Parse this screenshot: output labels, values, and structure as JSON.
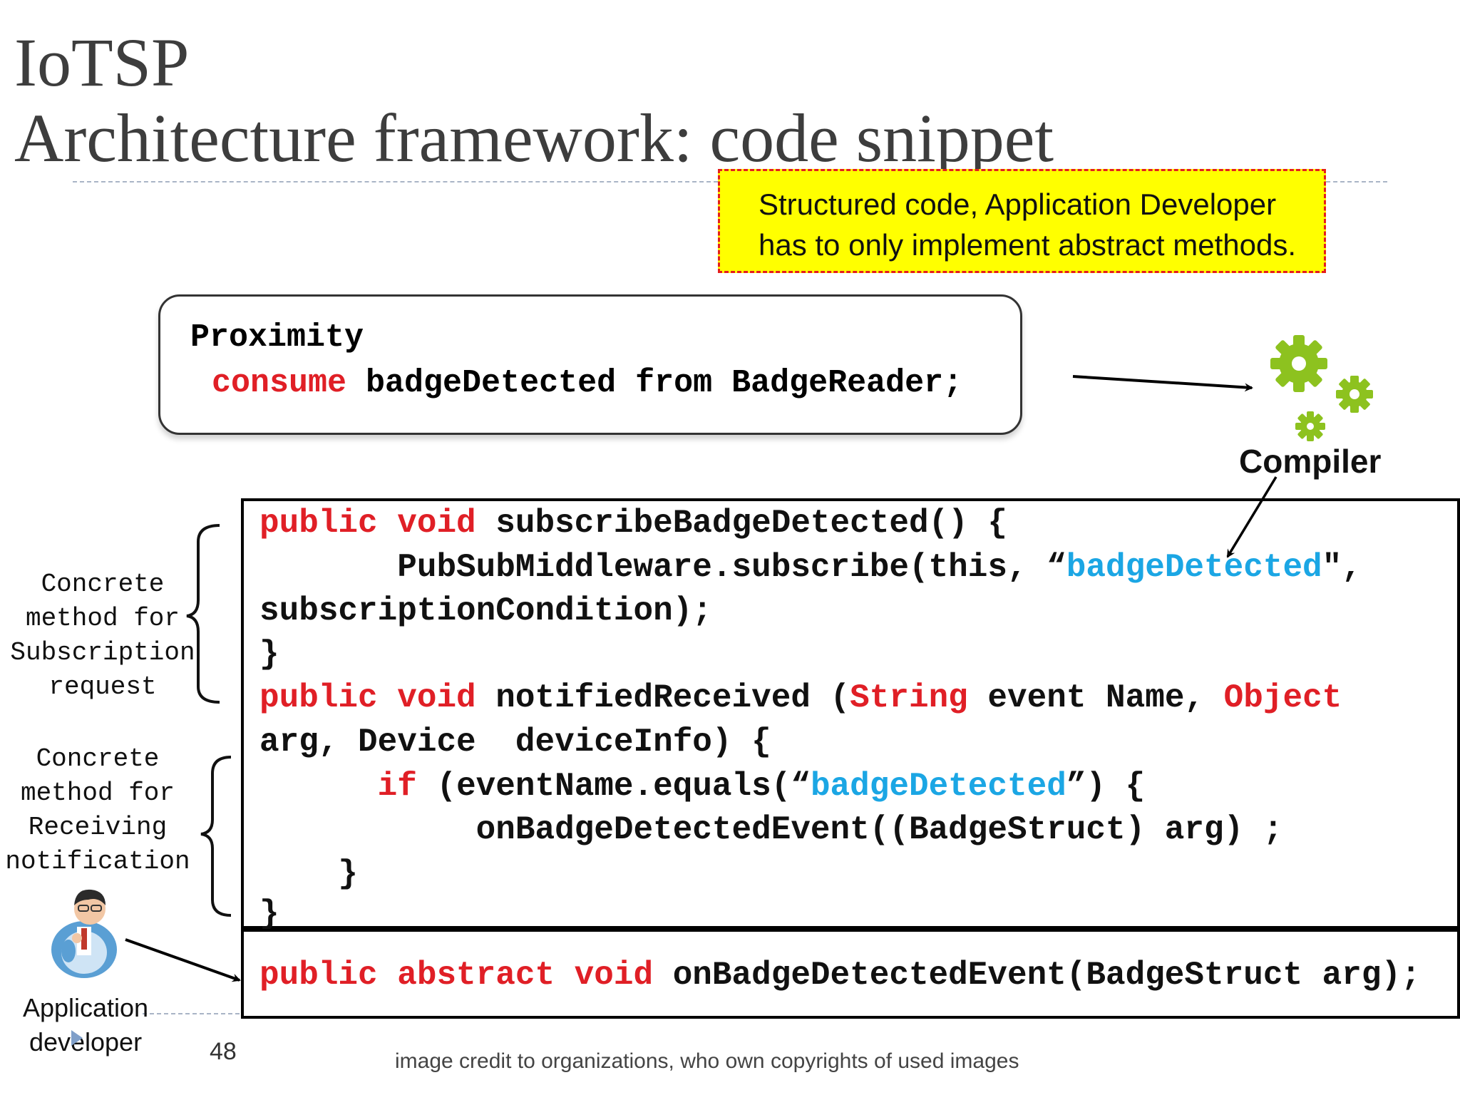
{
  "slide": {
    "title_line1": "IoTSP",
    "title_line2": "Architecture framework: code snippet",
    "note_line1": "Structured code, Application Developer",
    "note_line2": "has to only implement abstract methods.",
    "page_number": "48",
    "credit": "image credit to organizations, who own copyrights of used images"
  },
  "proximity": {
    "line1": "Proximity",
    "keyword": "consume",
    "line2_rest": " badgeDetected from BadgeReader;"
  },
  "compiler": {
    "label": "Compiler",
    "icon": "gear-icon",
    "color": "#8dc21f"
  },
  "code": {
    "l1_kw": "public void",
    "l1_rest": " subscribeBadgeDetected() {",
    "l2_pre": "       PubSubMiddleware.subscribe(this, “",
    "l2_str": "badgeDetected",
    "l2_post": "\",",
    "l3": "subscriptionCondition);",
    "l4": "}",
    "l5_kw": "public void",
    "l5_mid": " notifiedReceived (",
    "l5_kw2": "String",
    "l5_mid2": " event Name, ",
    "l5_kw3": "Object",
    "l6": "arg, Device  deviceInfo) {",
    "l7_indent": "      ",
    "l7_kw": "if",
    "l7_pre": " (eventName.equals(“",
    "l7_str": "badgeDetected",
    "l7_post": "”) {",
    "l8": "           onBadgeDetectedEvent((BadgeStruct) arg) ;",
    "l9": "    }",
    "l10": "}",
    "abstract_kw": "public abstract void",
    "abstract_rest": " onBadgeDetectedEvent(BadgeStruct arg);"
  },
  "labels": {
    "subscription": [
      "Concrete",
      "method for",
      "Subscription",
      "request"
    ],
    "receiving": [
      "Concrete",
      "method for",
      "Receiving",
      "notification"
    ],
    "developer": [
      "Application",
      "developer"
    ]
  },
  "colors": {
    "keyword": "#e01f26",
    "string": "#1ba6e4",
    "note_background": "#ffff00",
    "note_border": "#e41e1e"
  }
}
